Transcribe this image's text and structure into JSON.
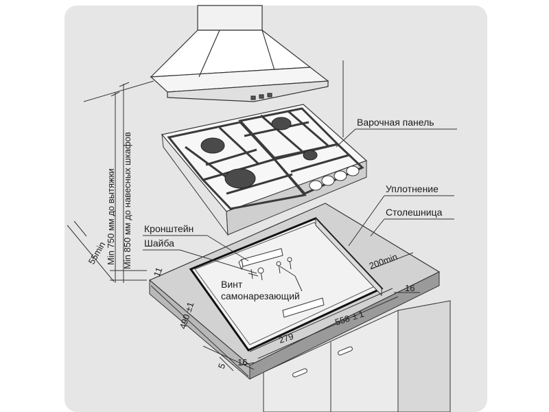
{
  "labels": {
    "cooktop": "Варочная панель",
    "seal": "Уплотнение",
    "countertop": "Столешница",
    "bracket": "Кронштейн",
    "washer": "Шайба",
    "screw_line1": "Винт",
    "screw_line2": "самонарезающий"
  },
  "dimensions": {
    "hood_clearance": "Min 750 мм до вытяжки",
    "cabinet_clearance": "Min 850 мм до навесных шкафов",
    "back_min": "55min",
    "side_min": "200min",
    "depth": "490",
    "depth_tol": "+\n-1",
    "width": "558",
    "width_tol": "1",
    "half_width": "279",
    "edge_left": "16",
    "edge_right": "16",
    "front": "5",
    "top_gap": "11"
  },
  "colors": {
    "background_panel": "#e6e6e6",
    "countertop": "#d2d2d2",
    "countertop_edge": "#9a9a9a",
    "cabinet": "#ebebeb",
    "cutout": "#f2f2f2",
    "hob": "#f7f7f7",
    "grate": "#3a3a3a"
  }
}
